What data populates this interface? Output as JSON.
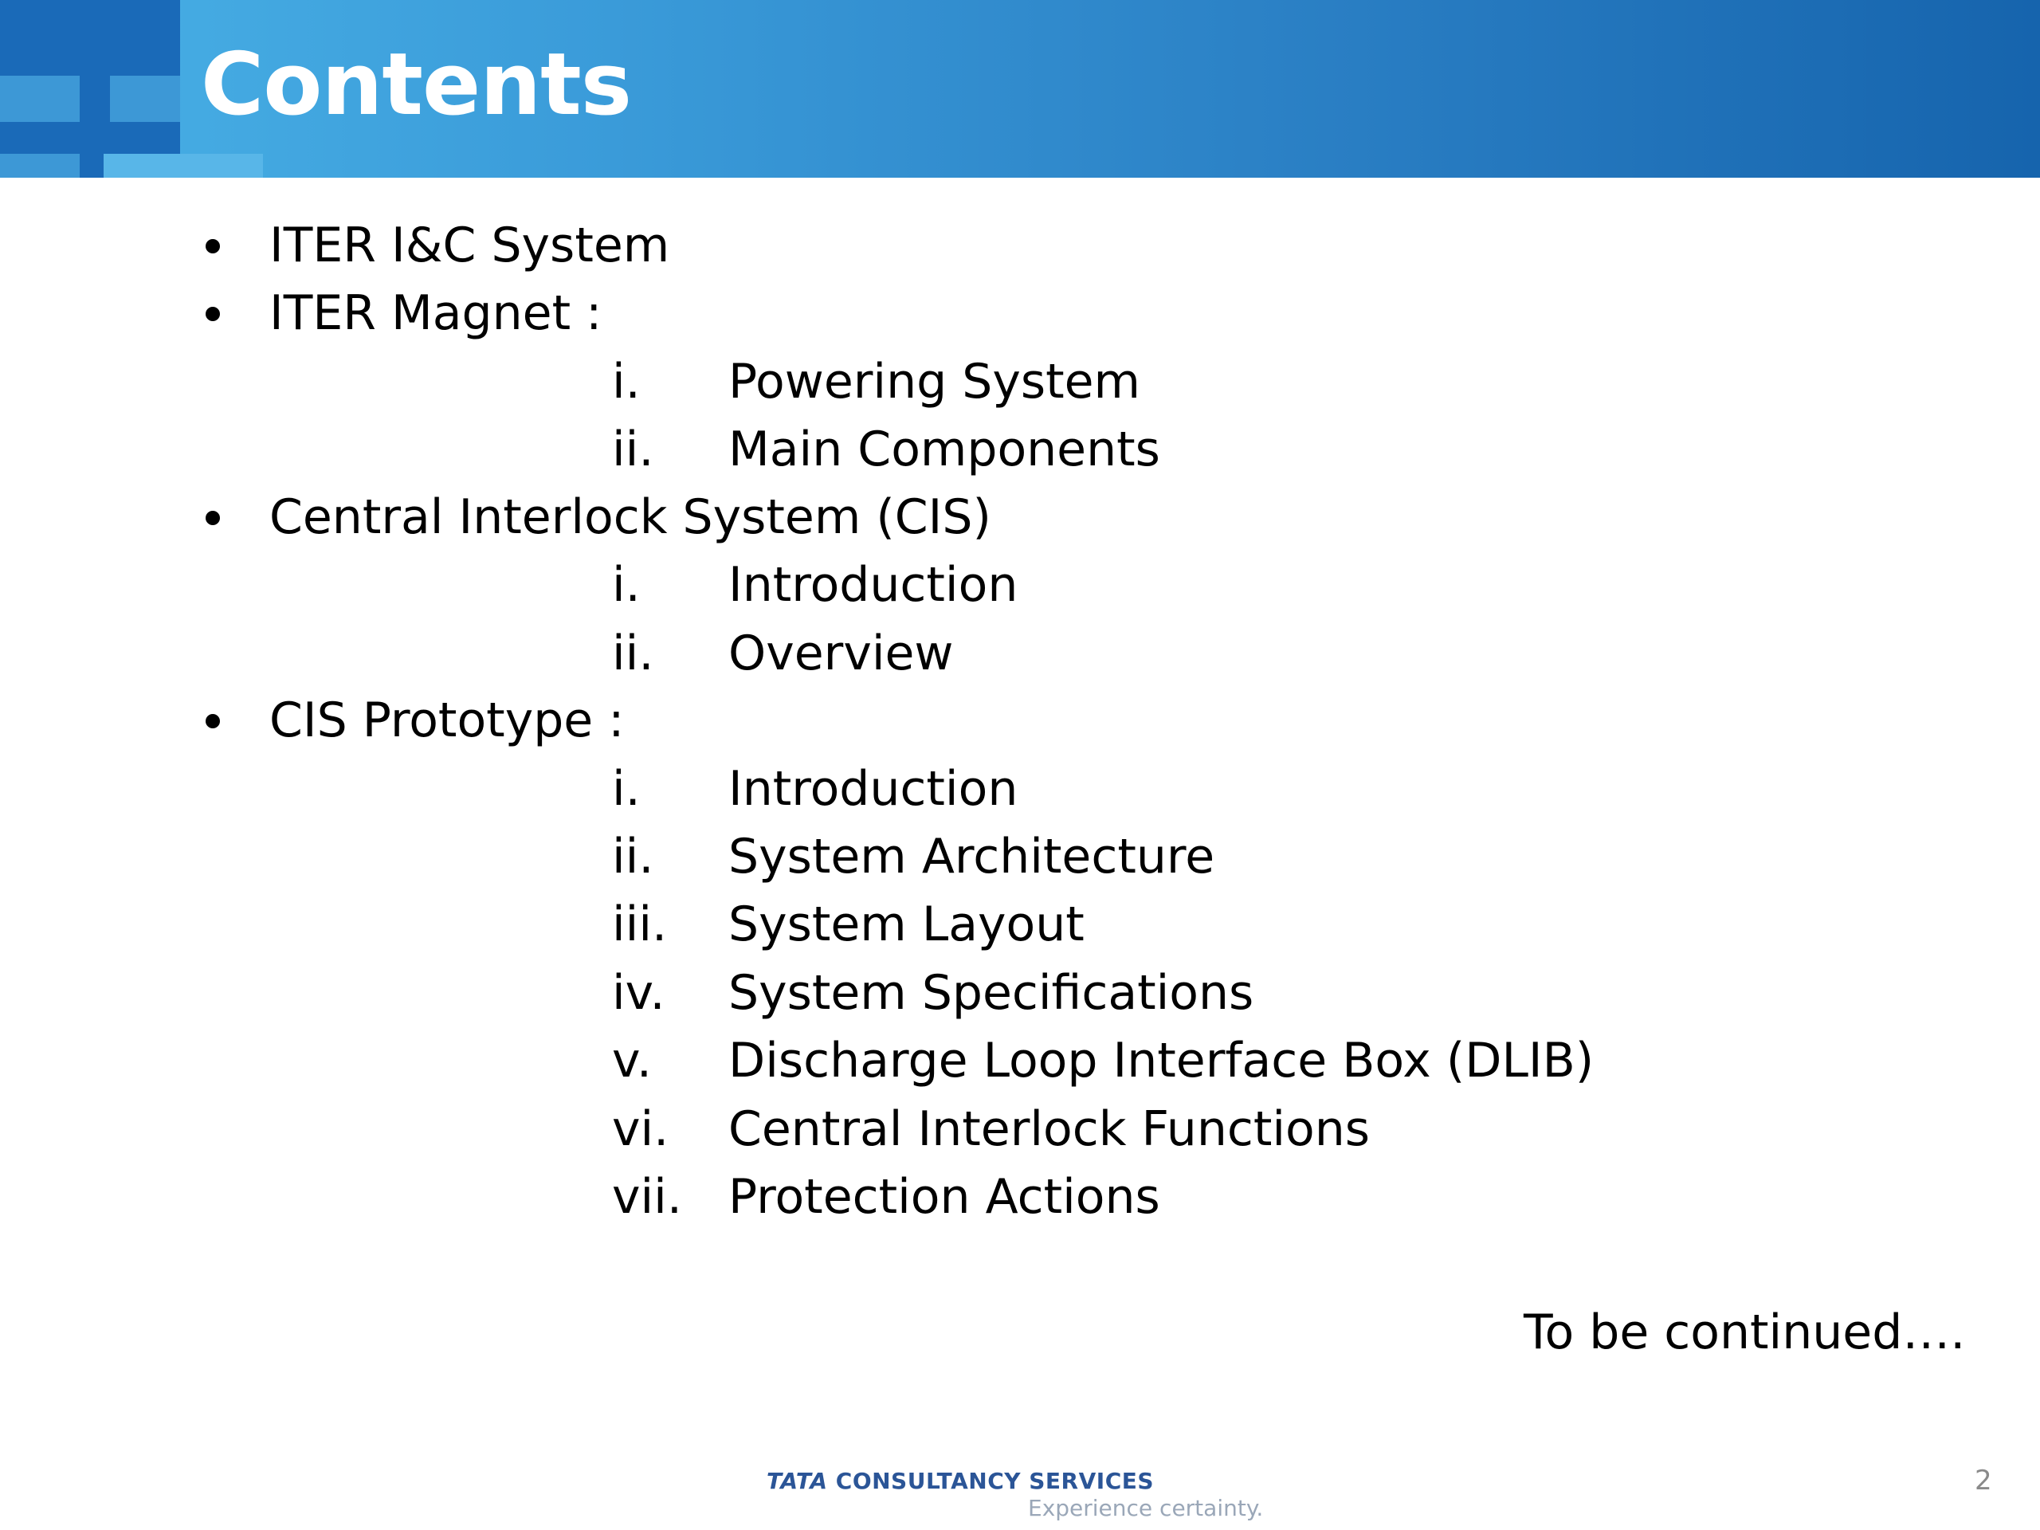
{
  "header": {
    "title": "Contents"
  },
  "contents": {
    "item1": {
      "label": "ITER I&C System"
    },
    "item2": {
      "label": "ITER Magnet :",
      "subs": [
        {
          "num": "i.",
          "label": "Powering System"
        },
        {
          "num": "ii.",
          "label": "Main Components"
        }
      ]
    },
    "item3": {
      "label": "Central Interlock System (CIS)",
      "subs": [
        {
          "num": "i.",
          "label": "Introduction"
        },
        {
          "num": "ii.",
          "label": "Overview"
        }
      ]
    },
    "item4": {
      "label": "CIS Prototype :",
      "subs": [
        {
          "num": "i.",
          "label": "Introduction"
        },
        {
          "num": "ii.",
          "label": "System Architecture"
        },
        {
          "num": "iii.",
          "label": "System Layout"
        },
        {
          "num": "iv.",
          "label": "System Specifications"
        },
        {
          "num": "v.",
          "label": "Discharge Loop Interface Box (DLIB)"
        },
        {
          "num": "vi.",
          "label": "Central Interlock Functions"
        },
        {
          "num": "vii.",
          "label": "Protection Actions"
        }
      ]
    }
  },
  "continued": "To be continued….",
  "footer": {
    "brand_tata": "TATA",
    "brand_rest": "CONSULTANCY SERVICES",
    "tagline": "Experience certainty.",
    "page_number": "2"
  },
  "colors": {
    "header_left": "#49b1e6",
    "header_right": "#1664ad",
    "brand": "#2b5597"
  }
}
